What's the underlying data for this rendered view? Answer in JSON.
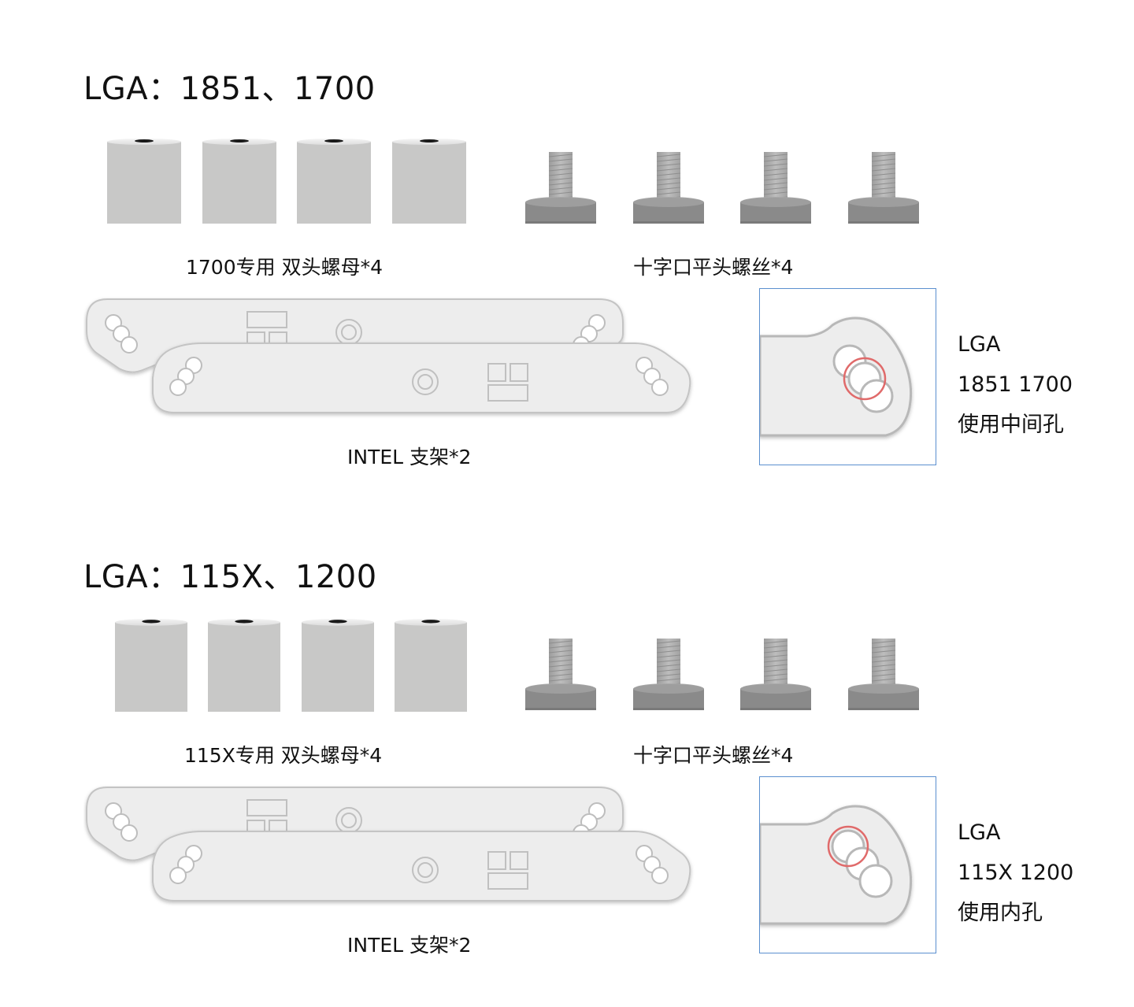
{
  "sections": [
    {
      "title": "LGA：1851、1700",
      "nut_caption": "1700专用 双头螺母*4",
      "screw_caption": "十字口平头螺丝*4",
      "bracket_caption": "INTEL 支架*2",
      "note_lines": [
        "LGA",
        "1851 1700",
        "使用中间孔"
      ]
    },
    {
      "title": "LGA：115X、1200",
      "nut_caption": "115X专用 双头螺母*4",
      "screw_caption": "十字口平头螺丝*4",
      "bracket_caption": "INTEL 支架*2",
      "note_lines": [
        "LGA",
        "115X 1200",
        "使用内孔"
      ]
    }
  ],
  "colors": {
    "nut_fill": "#c8c8c7",
    "screw_dark": "#8a8a8a",
    "bracket_fill": "#ededed",
    "bracket_edge": "#c9c9c9",
    "highlight_ring": "#e06a6a",
    "detail_border": "#5b8fcf"
  }
}
